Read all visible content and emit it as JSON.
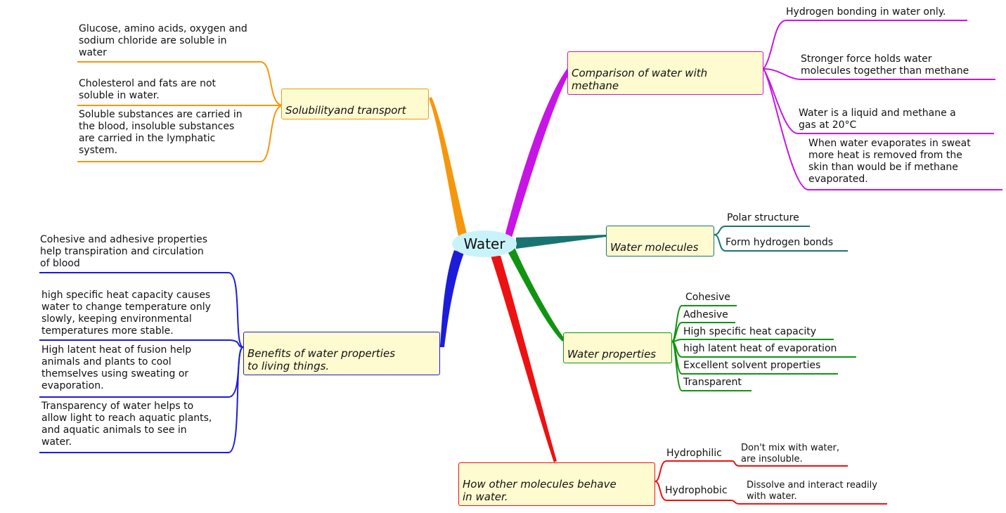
{
  "central": {
    "label": "Water"
  },
  "colors": {
    "solubility": "#f5970d",
    "comparison": "#c715e6",
    "molecules": "#1a7373",
    "properties": "#119411",
    "benefits": "#1c1cdb",
    "behave": "#ee1111",
    "node_fill": "#fefbd0",
    "central_fill": "#c9f3fb"
  },
  "branches": {
    "solubility": {
      "label": "Solubilityand transport",
      "items": [
        "Glucose, amino acids, oxygen and\nsodium chloride are soluble in\nwater",
        "Cholesterol and fats are not\nsoluble in water.",
        "Soluble substances are carried in\nthe blood, insoluble substances\nare carried in the lymphatic\nsystem."
      ]
    },
    "comparison": {
      "label": "Comparison of water with\nmethane",
      "items": [
        "Hydrogen bonding in water only.",
        "Stronger force holds water\nmolecules together than methane",
        "Water is a liquid and methane a\ngas at 20°C",
        "When water evaporates in sweat\nmore heat is removed from the\nskin than would be if methane\nevaporated."
      ]
    },
    "molecules": {
      "label": "Water molecules",
      "items": [
        "Polar structure",
        "Form hydrogen bonds"
      ]
    },
    "properties": {
      "label": "Water properties",
      "items": [
        "Cohesive",
        "Adhesive",
        "High specific heat capacity",
        "high latent heat of evaporation",
        "Excellent solvent properties",
        "Transparent"
      ]
    },
    "benefits": {
      "label": "Benefits of water properties\nto living things.",
      "items": [
        "Cohesive and adhesive properties\nhelp transpiration and circulation\nof blood",
        "high specific heat capacity causes\nwater to change temperature only\nslowly, keeping environmental\ntemperatures more stable.",
        "High latent heat of fusion help\nanimals and plants to cool\nthemselves using sweating or\nevaporation.",
        "Transparency of water helps to\nallow light to reach aquatic plants,\nand aquatic animals to see in\nwater."
      ]
    },
    "behave": {
      "label": "How other molecules behave\nin water.",
      "hydrophilic": {
        "label": "Hydrophilic",
        "detail": "Don't mix with water,\nare insoluble."
      },
      "hydrophobic": {
        "label": "Hydrophobic",
        "detail": "Dissolve and interact readily\n with water."
      }
    }
  }
}
